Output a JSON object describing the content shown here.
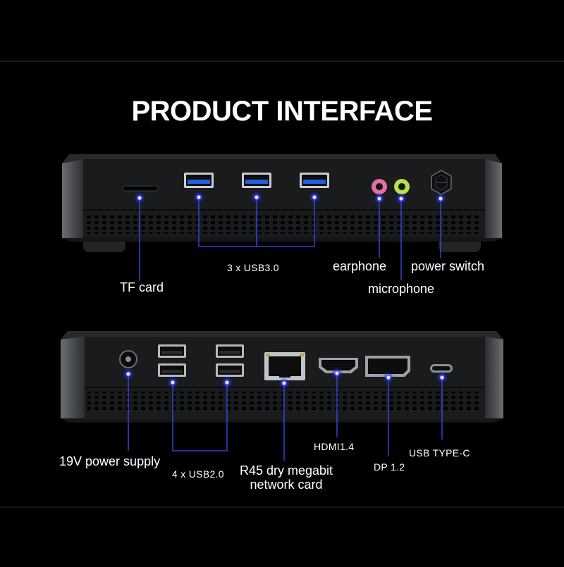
{
  "title": "PRODUCT INTERFACE",
  "front_panel": {
    "labels": {
      "tf_card": "TF card",
      "usb3": "3 x USB3.0",
      "earphone": "earphone",
      "microphone": "microphone",
      "power_switch": "power switch"
    }
  },
  "rear_panel": {
    "labels": {
      "power_supply": "19V power supply",
      "usb2": "4 x USB2.0",
      "network_line1": "R45 dry megabit",
      "network_line2": "network card",
      "hdmi": "HDMI1.4",
      "dp": "DP 1.2",
      "usb_c": "USB TYPE-C"
    }
  },
  "colors": {
    "background": "#000000",
    "chassis": "#1b1c1e",
    "chassis_edge": "#55585c",
    "usb3_port": "#1f5fe0",
    "earphone_jack": "#e06fa8",
    "microphone_jack": "#b8e04a",
    "callout_dot": "#2a3cff",
    "callout_line": "#3b4cff",
    "text": "#ffffff"
  }
}
